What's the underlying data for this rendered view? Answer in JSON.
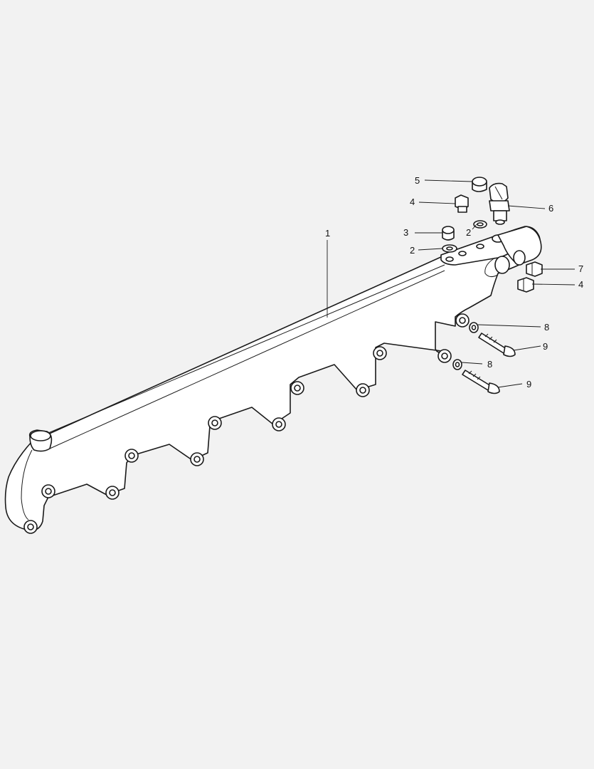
{
  "callouts": [
    "1",
    "2",
    "2",
    "3",
    "4",
    "4",
    "5",
    "6",
    "7",
    "8",
    "8",
    "9",
    "9"
  ]
}
